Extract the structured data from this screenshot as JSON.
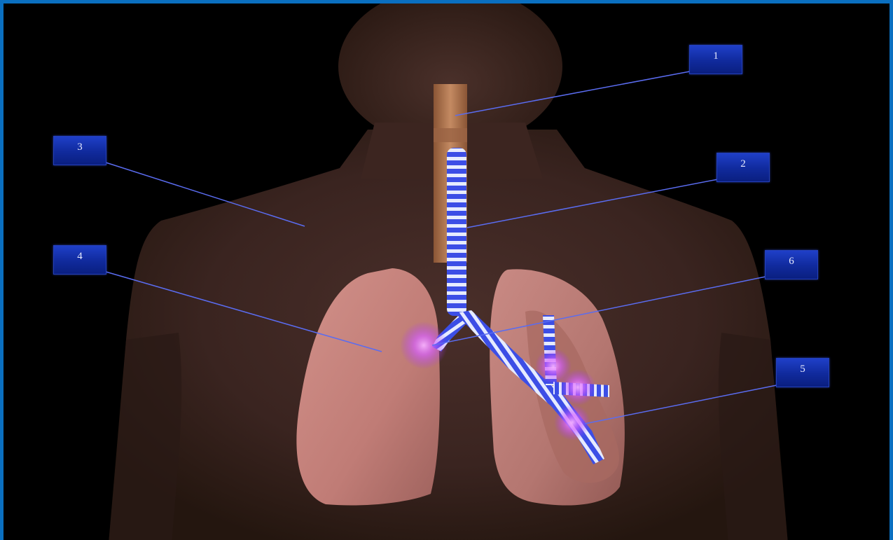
{
  "labels": [
    "1",
    "2",
    "3",
    "4",
    "5",
    "6"
  ],
  "colors": {
    "border": "#0a6fc0",
    "background": "#000000",
    "body": "#3a2420",
    "lung": "#c9857e",
    "trachea_tube": "#b87a52",
    "bronchi_stripe": "#4a5ef0",
    "highlight": "#e070ff",
    "label_fill": "#1433b0",
    "leader_line": "#5a6cf0"
  }
}
